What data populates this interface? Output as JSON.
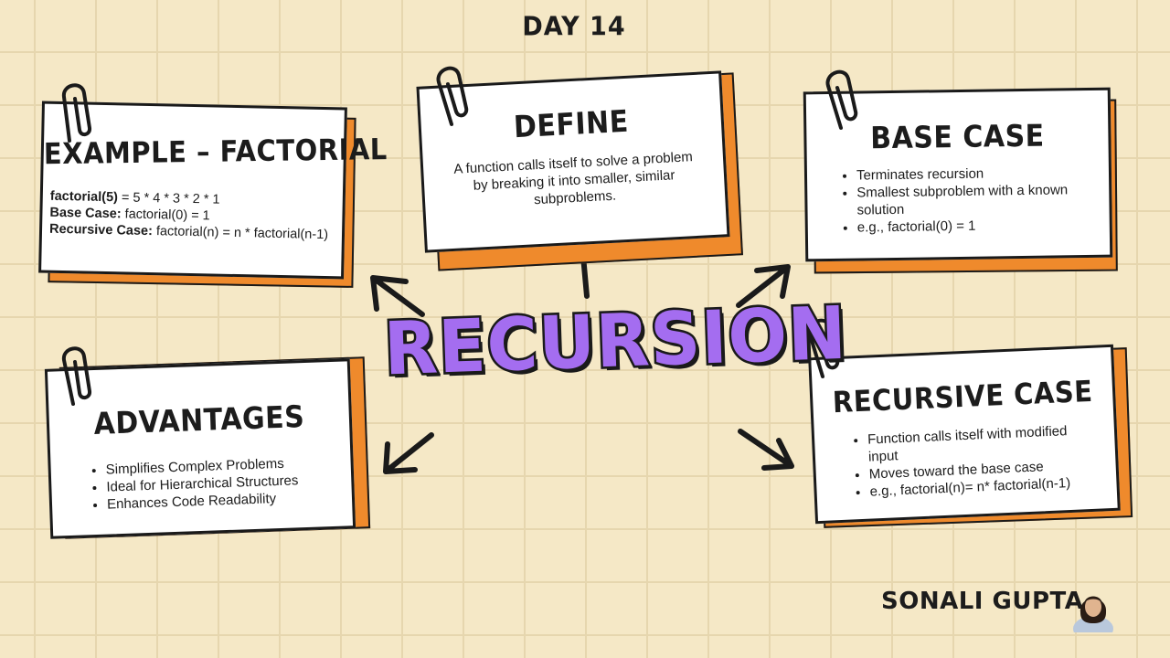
{
  "header": {
    "day": "DAY 14"
  },
  "center": {
    "title": "RECURSION"
  },
  "cards": {
    "example": {
      "title": "EXAMPLE – FACTORIAL",
      "lines": [
        {
          "bold": "factorial(5)",
          "text": " = 5 * 4 * 3 * 2 * 1"
        },
        {
          "bold": "Base Case:",
          "text": " factorial(0) = 1"
        },
        {
          "bold": "Recursive Case:",
          "text": " factorial(n) = n * factorial(n-1)"
        }
      ]
    },
    "define": {
      "title": "DEFINE",
      "text": "A function calls itself to solve a problem by breaking it into smaller, similar subproblems."
    },
    "base": {
      "title": "BASE CASE",
      "items": [
        "Terminates recursion",
        "Smallest subproblem with a known solution",
        "e.g., factorial(0) = 1"
      ]
    },
    "advantages": {
      "title": "ADVANTAGES",
      "items": [
        "Simplifies Complex Problems",
        "Ideal for Hierarchical Structures",
        "Enhances Code Readability"
      ]
    },
    "recursive": {
      "title": "RECURSIVE CASE",
      "items": [
        "Function calls itself with modified input",
        "Moves toward the base case",
        "e.g., factorial(n)= n* factorial(n-1)"
      ]
    }
  },
  "footer": {
    "author": "SONALI GUPTA"
  },
  "colors": {
    "background": "#f5e8c6",
    "accent": "#ef8a2c",
    "title_purple": "#a46df0",
    "ink": "#1a1a1a"
  }
}
